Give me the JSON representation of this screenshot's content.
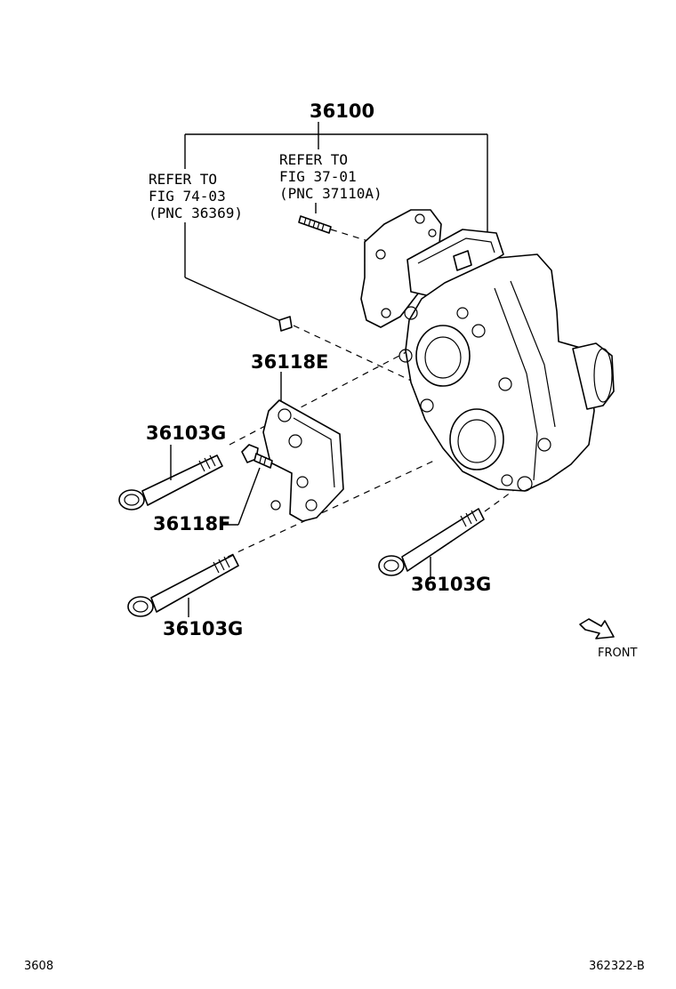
{
  "callouts": {
    "assembly": "36100",
    "ref_left": {
      "line1": "REFER TO",
      "line2": "FIG 74-03",
      "line3": "(PNC 36369)"
    },
    "ref_right": {
      "line1": "REFER TO",
      "line2": "FIG 37-01",
      "line3": "(PNC 37110A)"
    },
    "bracket": "36118E",
    "bracket_bolt": "36118F",
    "bolt_upper_left": "36103G",
    "bolt_lower_left": "36103G",
    "bolt_right": "36103G"
  },
  "orientation": {
    "label": "FRONT"
  },
  "footer": {
    "page_code": "3608",
    "figure_id": "362322-B"
  }
}
